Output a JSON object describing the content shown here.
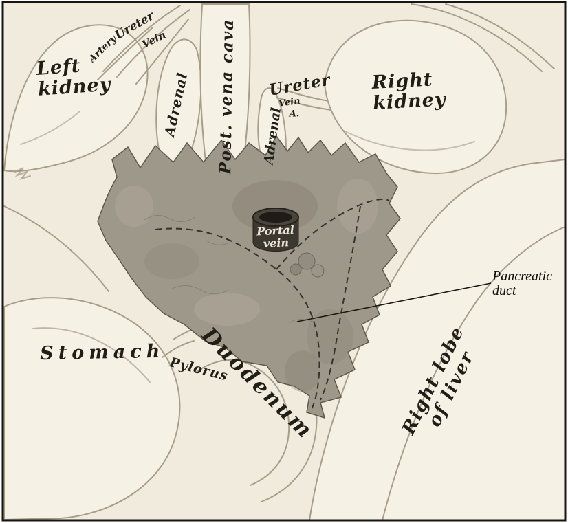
{
  "figure": {
    "paper_color": "#f1ebdd",
    "frame_color": "#181512",
    "outline_color": "#a79d8a",
    "pancreas_color": "#9e988b",
    "duct_line_color": "#35322b",
    "portal_vein_color": "#3c382f"
  },
  "labels": {
    "left_kidney": "Left\nkidney",
    "ureter_left": "Ureter",
    "artery_left": "Artery",
    "vein_left": "Vein",
    "adrenal_left": "Adrenal",
    "post_vena_cava": "Post. vena cava",
    "ureter_right": "Ureter",
    "vein_right": "Vein",
    "artery_right_abbr": "A.",
    "adrenal_right": "Adrenal",
    "right_kidney": "Right\nkidney",
    "portal_vein": "Portal\nvein",
    "pancreatic_duct": "Pancreatic\nduct",
    "stomach": "Stomach",
    "pylorus": "Pylorus",
    "duodenum": "Duodenum",
    "right_lobe_liver": "Right lobe of liver"
  }
}
